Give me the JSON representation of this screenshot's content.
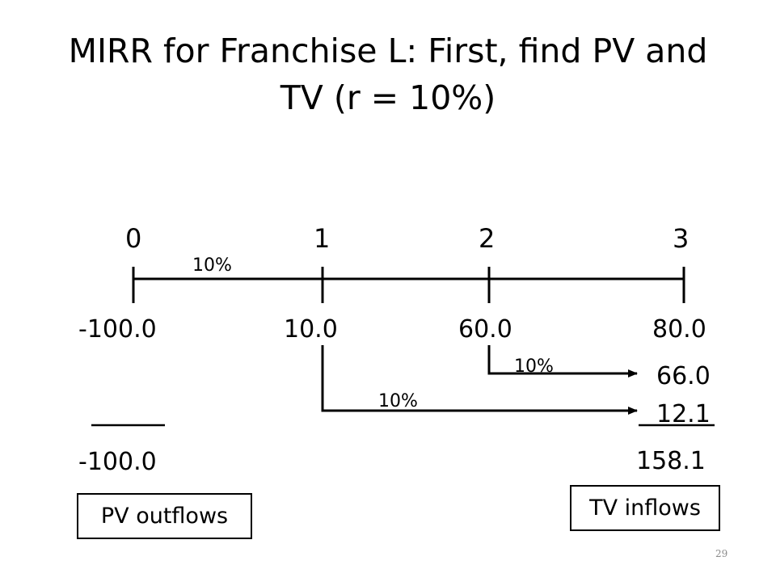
{
  "slide": {
    "title_lines": [
      "MIRR for Franchise L: First, find PV and",
      "TV (r = 10%)"
    ],
    "page_number": "29"
  },
  "timeline": {
    "periods": [
      "0",
      "1",
      "2",
      "3"
    ],
    "rate_label": "10%",
    "cash_flows": [
      "-100.0",
      "10.0",
      "60.0",
      "80.0"
    ]
  },
  "compounding": {
    "from_year2": {
      "rate_label": "10%",
      "future_value": "66.0"
    },
    "from_year1": {
      "rate_label": "10%",
      "future_value": "12.1"
    }
  },
  "totals": {
    "pv_outflows": "-100.0",
    "tv_inflows": "158.1",
    "pv_label": "PV outflows",
    "tv_label": "TV inflows"
  }
}
